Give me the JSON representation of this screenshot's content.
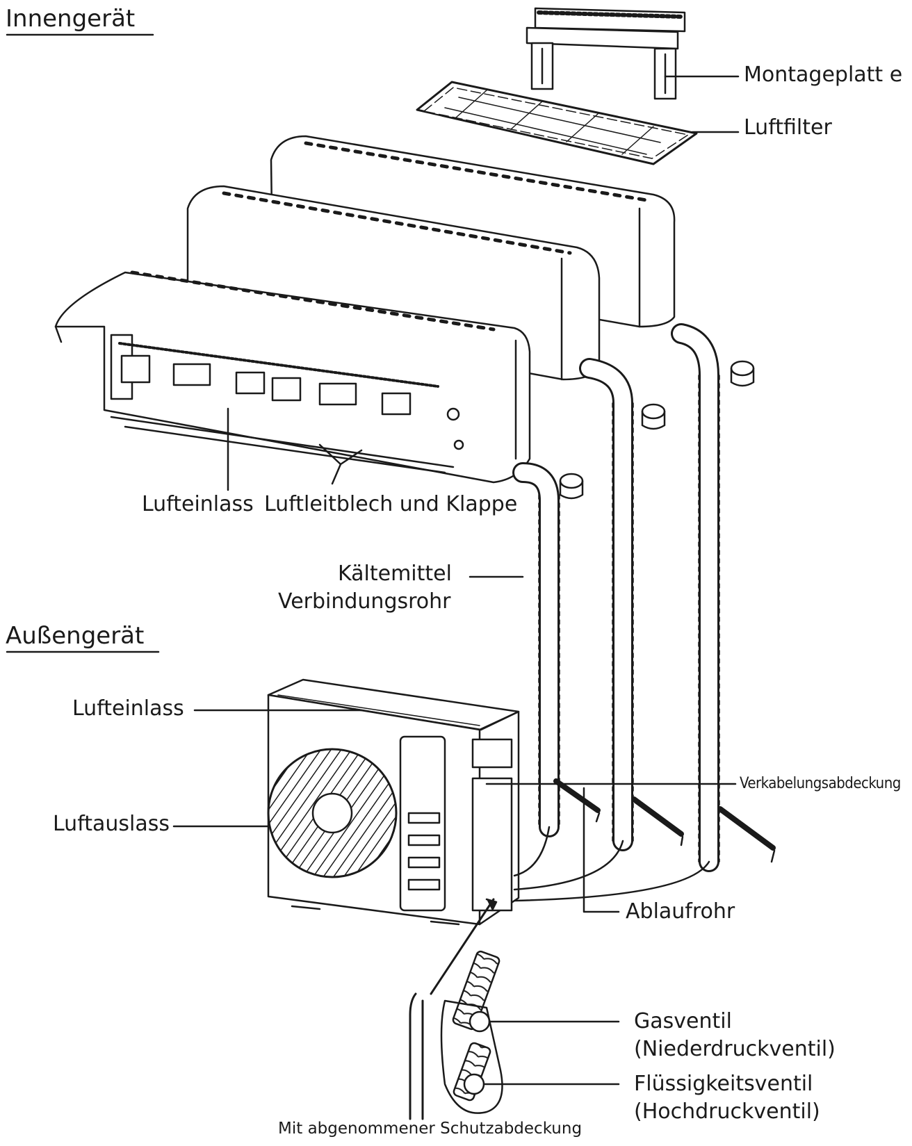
{
  "sections": {
    "indoor": "Innengerät",
    "outdoor": "Außengerät"
  },
  "labels": {
    "mounting_plate": "Montageplatt e",
    "air_filter": "Luftfilter",
    "indoor_air_inlet": "Lufteinlass",
    "louver_and_flap": "Luftleitblech und Klappe",
    "refrigerant_line1": "Kältemittel",
    "refrigerant_line2": "Verbindungsrohr",
    "outdoor_air_inlet": "Lufteinlass",
    "air_outlet": "Luftauslass",
    "wiring_cover": "Verkabelungsabdeckung",
    "drain_pipe": "Ablaufrohr",
    "gas_valve_line1": "Gasventil",
    "gas_valve_line2": "(Niederdruckventil)",
    "liquid_valve_line1": "Flüssigkeitsventil",
    "liquid_valve_line2": "(Hochdruckventil)",
    "protective_cover_caption": "Mit abgenommener Schutzabdeckung"
  },
  "colors": {
    "line": "#1a1a1a",
    "fill": "#ffffff",
    "shade": "#d9d9d9"
  }
}
